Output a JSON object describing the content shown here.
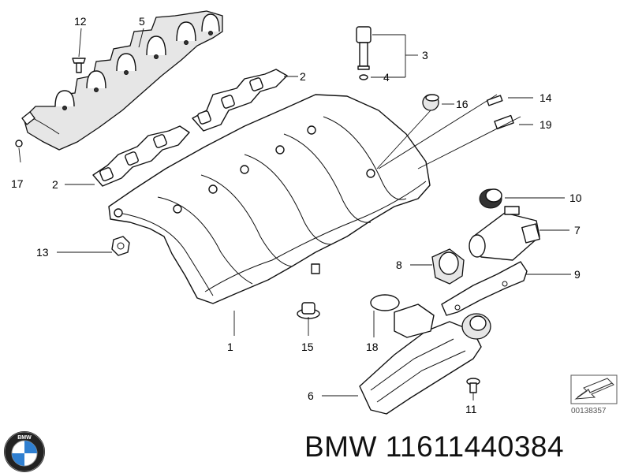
{
  "callouts": [
    {
      "id": "c1",
      "label": "1"
    },
    {
      "id": "c2a",
      "label": "2"
    },
    {
      "id": "c2b",
      "label": "2"
    },
    {
      "id": "c3",
      "label": "3"
    },
    {
      "id": "c4",
      "label": "4"
    },
    {
      "id": "c5",
      "label": "5"
    },
    {
      "id": "c6",
      "label": "6"
    },
    {
      "id": "c7",
      "label": "7"
    },
    {
      "id": "c8",
      "label": "8"
    },
    {
      "id": "c9",
      "label": "9"
    },
    {
      "id": "c10",
      "label": "10"
    },
    {
      "id": "c11",
      "label": "11"
    },
    {
      "id": "c12",
      "label": "12"
    },
    {
      "id": "c13",
      "label": "13"
    },
    {
      "id": "c14",
      "label": "14"
    },
    {
      "id": "c15",
      "label": "15"
    },
    {
      "id": "c16",
      "label": "16"
    },
    {
      "id": "c17",
      "label": "17"
    },
    {
      "id": "c18",
      "label": "18"
    },
    {
      "id": "c19",
      "label": "19"
    }
  ],
  "diagram_ref": "00138357",
  "brand": {
    "logo_text": "BMW",
    "caption": "BMW 11611440384"
  },
  "colors": {
    "logo_blue": "#2f7fd0",
    "logo_ring": "#111111",
    "line": "#111111"
  }
}
